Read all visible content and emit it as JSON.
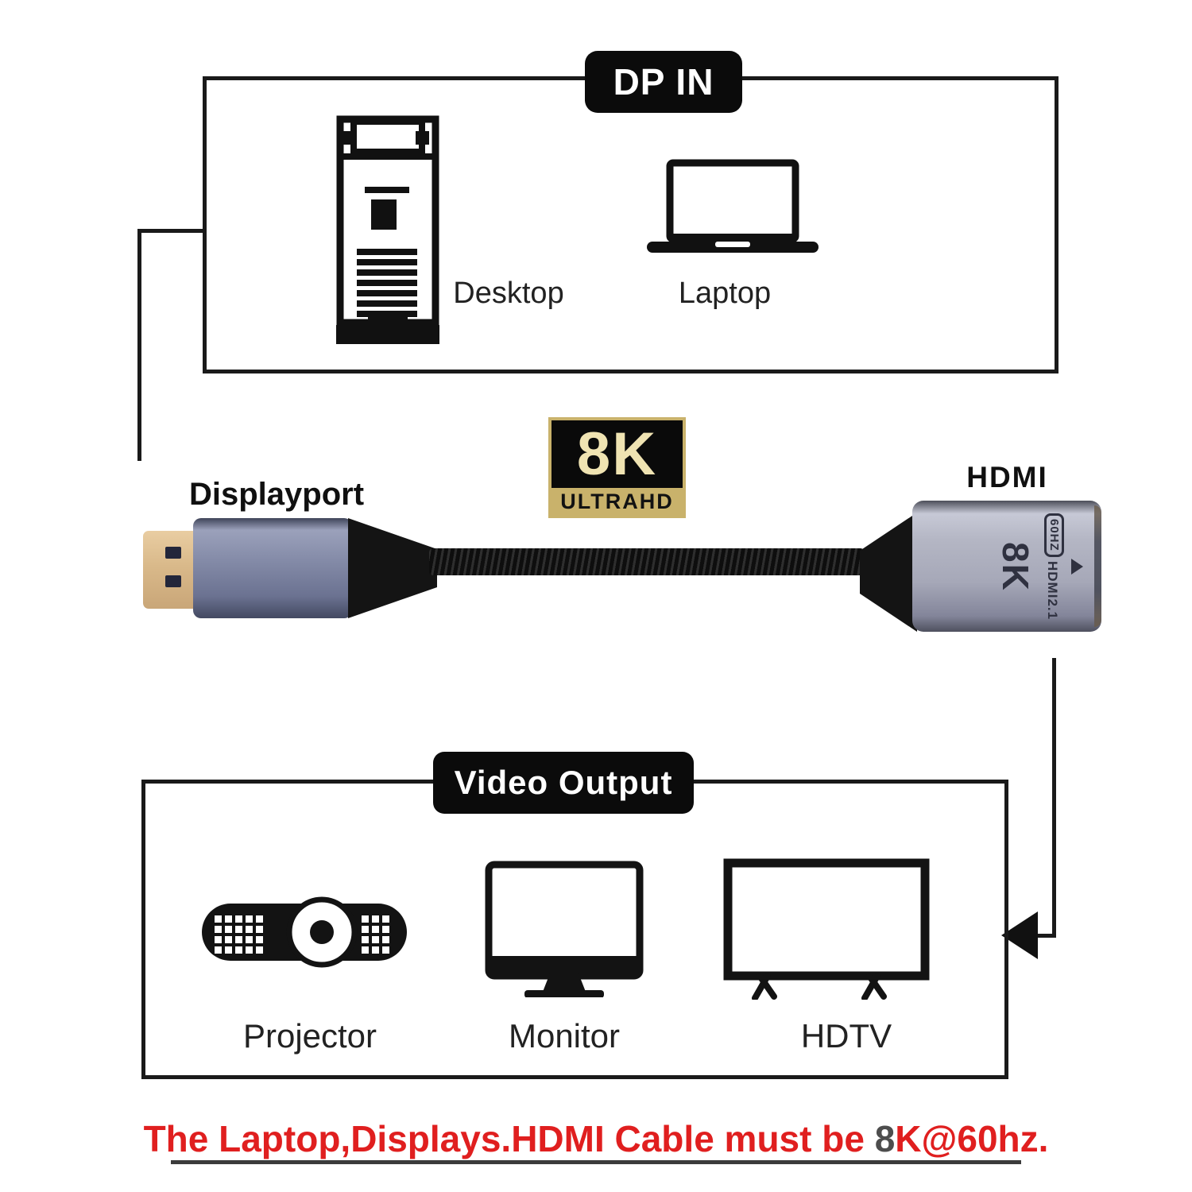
{
  "sections": {
    "dp_in": {
      "title": "DP IN"
    },
    "video_output": {
      "title": "Video Output"
    }
  },
  "dp_in": {
    "items": [
      {
        "label": "Desktop"
      },
      {
        "label": "Laptop"
      }
    ]
  },
  "video_output": {
    "items": [
      {
        "label": "Projector"
      },
      {
        "label": "Monitor"
      },
      {
        "label": "HDTV"
      }
    ]
  },
  "badge_8k": {
    "top": "8K",
    "bottom": "ULTRAHD"
  },
  "connectors": {
    "left_label": "Displayport",
    "right_label": "HDMI",
    "adapter_print": {
      "resolution": "8K",
      "refresh": "60HZ",
      "spec": "HDMI2.1"
    }
  },
  "caption": {
    "lead": "The Laptop,Displays.HDMI Cable must be ",
    "emph": "8",
    "tail": "K@60hz."
  },
  "colors": {
    "accent_red": "#e01f1f",
    "gold": "#c9b26b",
    "badge_cream": "#efe3b2",
    "adapter_gray": "#aeb0bf",
    "dp_body_gray": "#7d83a1",
    "line_black": "#1a1a1a"
  }
}
